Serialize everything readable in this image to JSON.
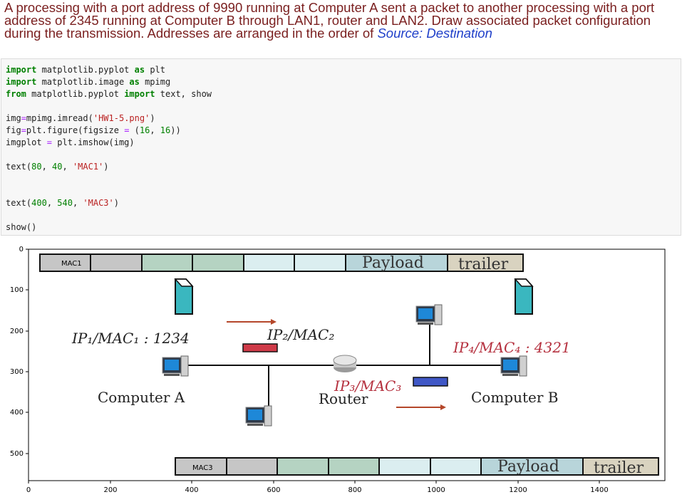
{
  "question": {
    "text": "A processing with a port address of 9990 running at Computer A sent a packet to another processing with a port address of 2345 running at Computer B through LAN1, router and LAN2. Draw associated packet configuration during the transmission. Addresses are arranged in the order of",
    "emphasis": "Source: Destination"
  },
  "code": {
    "lines": [
      [
        {
          "t": "import",
          "c": "kw"
        },
        {
          "t": " matplotlib.pyplot "
        },
        {
          "t": "as",
          "c": "kw"
        },
        {
          "t": " plt"
        }
      ],
      [
        {
          "t": "import",
          "c": "kw"
        },
        {
          "t": " matplotlib.image "
        },
        {
          "t": "as",
          "c": "kw"
        },
        {
          "t": " mpimg"
        }
      ],
      [
        {
          "t": "from",
          "c": "kw"
        },
        {
          "t": " matplotlib.pyplot "
        },
        {
          "t": "import",
          "c": "kw"
        },
        {
          "t": " text, show"
        }
      ],
      [],
      [
        {
          "t": "img"
        },
        {
          "t": "=",
          "c": "op"
        },
        {
          "t": "mpimg.imread("
        },
        {
          "t": "'HW1-5.png'",
          "c": "str"
        },
        {
          "t": ")"
        }
      ],
      [
        {
          "t": "fig"
        },
        {
          "t": "=",
          "c": "op"
        },
        {
          "t": "plt.figure(figsize "
        },
        {
          "t": "=",
          "c": "op"
        },
        {
          "t": " ("
        },
        {
          "t": "16",
          "c": "num"
        },
        {
          "t": ", "
        },
        {
          "t": "16",
          "c": "num"
        },
        {
          "t": "))"
        }
      ],
      [
        {
          "t": "imgplot "
        },
        {
          "t": "=",
          "c": "op"
        },
        {
          "t": " plt.imshow(img)"
        }
      ],
      [],
      [
        {
          "t": "text("
        },
        {
          "t": "80",
          "c": "num"
        },
        {
          "t": ", "
        },
        {
          "t": "40",
          "c": "num"
        },
        {
          "t": ", "
        },
        {
          "t": "'MAC1'",
          "c": "str"
        },
        {
          "t": ")"
        }
      ],
      [],
      [],
      [
        {
          "t": "text("
        },
        {
          "t": "400",
          "c": "num"
        },
        {
          "t": ", "
        },
        {
          "t": "540",
          "c": "num"
        },
        {
          "t": ", "
        },
        {
          "t": "'MAC3'",
          "c": "str"
        },
        {
          "t": ")"
        }
      ],
      [],
      [
        {
          "t": "show()"
        }
      ]
    ]
  },
  "figure": {
    "x_ticks": [
      "0",
      "200",
      "400",
      "600",
      "800",
      "1000",
      "1200",
      "1400"
    ],
    "y_ticks": [
      "0",
      "100",
      "200",
      "300",
      "400",
      "500"
    ],
    "top_packet": {
      "annotation": "MAC1",
      "payload": "Payload",
      "trailer": "trailer"
    },
    "bottom_packet": {
      "annotation": "MAC3",
      "payload": "Payload",
      "trailer": "trailer"
    },
    "labels": {
      "ip1": "IP₁/MAC₁ : 1234",
      "ip2": "IP₂/MAC₂",
      "ip3": "IP₃/MAC₃",
      "ip4": "IP₄/MAC₄ : 4321",
      "computer_a": "Computer A",
      "computer_b": "Computer B",
      "router": "Router"
    },
    "colors": {
      "gray": "#c6c6c6",
      "green": "#b5d3c2",
      "lightblue": "#dbeef0",
      "blue": "#b8d5da",
      "tan": "#d9d3c0",
      "teal": "#3ab7bf",
      "red_bar": "#cf3a48",
      "blue_bar": "#3f57c6",
      "arrow": "#b5472a",
      "ip_label": "#b5313f"
    }
  }
}
